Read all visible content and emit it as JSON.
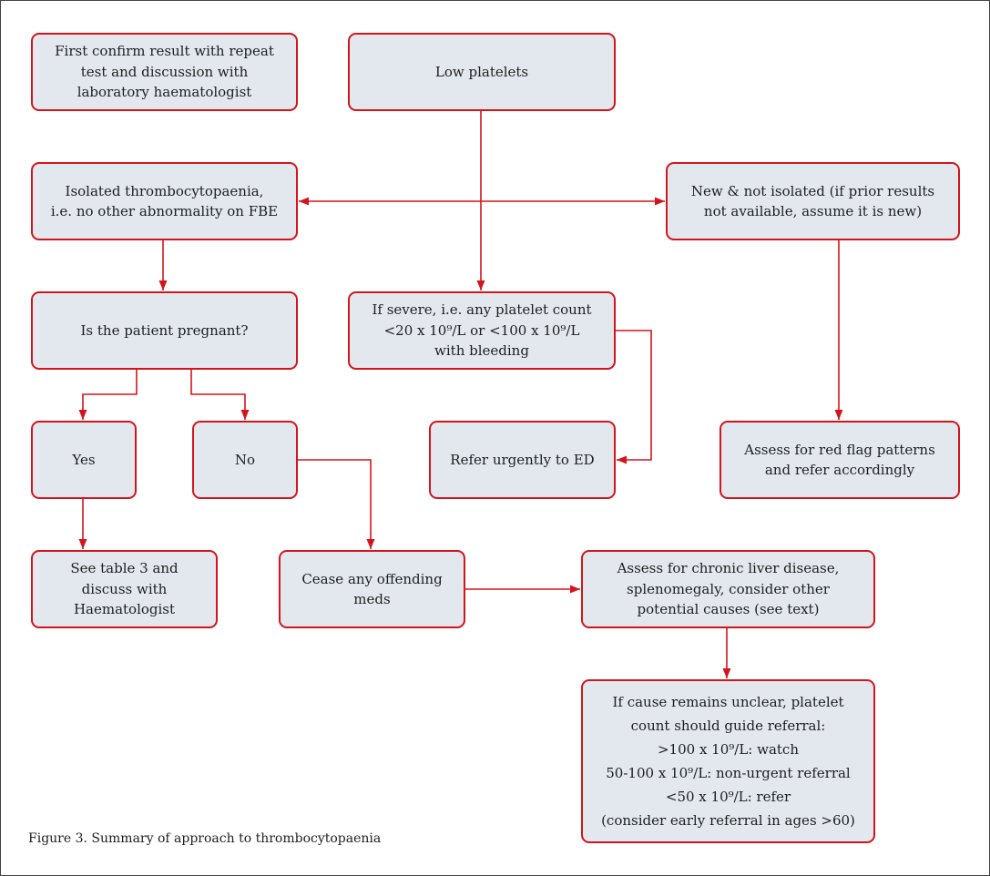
{
  "colors": {
    "accent": "#d3141c",
    "box_fill": "#e3e8ef",
    "text": "#1e1e1e"
  },
  "nodes": {
    "confirm": {
      "lines": [
        "First confirm result with repeat",
        "test and discussion with",
        "laboratory haematologist"
      ]
    },
    "low_platelets": {
      "lines": [
        "Low platelets"
      ]
    },
    "isolated": {
      "lines": [
        "Isolated thrombocytopaenia,",
        "i.e. no other abnormality on FBE"
      ]
    },
    "new_not_isolated": {
      "lines": [
        "New & not isolated (if prior results",
        "not available, assume it is new)"
      ]
    },
    "pregnant": {
      "lines": [
        "Is the patient pregnant?"
      ]
    },
    "severe": {
      "lines": [
        "If severe, i.e. any platelet count",
        "<20 x 10⁹/L or <100 x 10⁹/L",
        "with bleeding"
      ]
    },
    "yes": {
      "lines": [
        "Yes"
      ]
    },
    "no": {
      "lines": [
        "No"
      ]
    },
    "refer_ed": {
      "lines": [
        "Refer urgently to ED"
      ]
    },
    "red_flag": {
      "lines": [
        "Assess for red flag patterns",
        "and refer accordingly"
      ]
    },
    "table3": {
      "lines": [
        "See table 3 and",
        "discuss with",
        "Haematologist"
      ]
    },
    "cease_meds": {
      "lines": [
        "Cease any offending",
        "meds"
      ]
    },
    "liver": {
      "lines": [
        "Assess for chronic liver disease,",
        "splenomegaly, consider other",
        "potential causes (see text)"
      ]
    },
    "unclear": {
      "lines": [
        "If cause remains unclear, platelet",
        "count should guide referral:",
        ">100 x 10⁹/L: watch",
        "50-100 x 10⁹/L: non-urgent referral",
        "<50 x 10⁹/L: refer",
        "(consider early referral in ages >60)"
      ]
    }
  },
  "caption": "Figure 3. Summary of approach to thrombocytopaenia"
}
